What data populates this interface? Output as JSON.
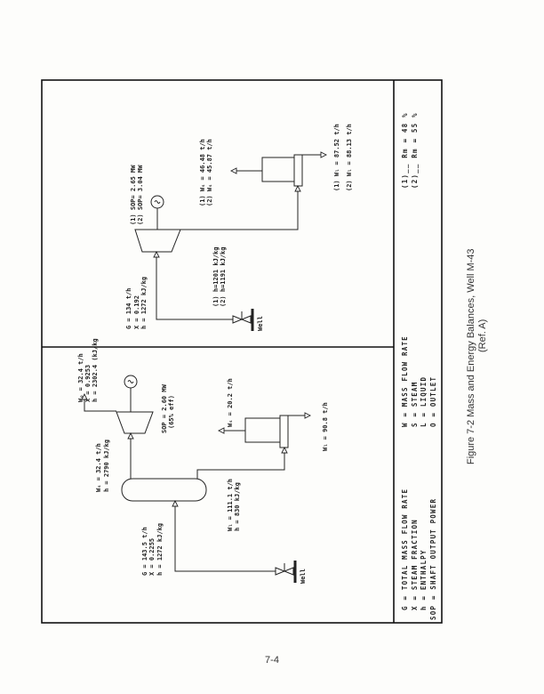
{
  "left_diagram": {
    "exhaust": [
      "Wₒ = 32.4 t/h",
      "X = 0.9253",
      "h = 2302.4 (kJ/kg"
    ],
    "turbine_inlet": [
      "Wₛ = 32.4 t/h",
      "h = 2790 kJ/kg"
    ],
    "sop": [
      "SOP = 2.60 MW",
      "(65% eff)"
    ],
    "well_flow": [
      "G = 143.5 t/h",
      "X = 0.2255",
      "h = 1272 kJ/kg"
    ],
    "separator_liquid": [
      "Wₗ = 111.1 t/h",
      "h = 830 kJ/kg"
    ],
    "flash_steam": "Wₛ = 20.2 t/h",
    "liquid_out": "Wₗ = 90.8 t/h",
    "well_label": "Well"
  },
  "right_diagram": {
    "sop": [
      "(1) SOP= 2.65 MW",
      "(2) SOP= 3.04 MW"
    ],
    "well_flow": [
      "G = 134 t/h",
      "X = 0.192",
      "h = 1272 kJ/kg"
    ],
    "exhaust_enthalpy": [
      "(1) h=1201 kJ/kg",
      "(2) h=1191 kJ/kg"
    ],
    "flash_steam": [
      "(1) Wₛ = 46.48 t/h",
      "(2) Wₛ = 45.87 t/h"
    ],
    "liquid_out": [
      "(1) Wₗ = 87.52 t/h",
      "(2) Wₗ = 88.13 t/h"
    ],
    "well_label": "Well"
  },
  "legend": {
    "col1": [
      "G = TOTAL MASS FLOW RATE",
      "X = STEAM FRACTION",
      "h = ENTHALPY",
      "SOP = SHAFT OUTPUT POWER"
    ],
    "col2": [
      "W = MASS FLOW RATE",
      "S = STEAM",
      "L = LIQUID",
      "O = OUTLET"
    ],
    "col3": [
      "(1)__ Rm = 48 %",
      "(2)__ Rm = 55 %"
    ]
  },
  "caption": {
    "line1": "Figure 7-2  Mass and Energy Balances, Well M-43",
    "line2": "(Ref. A)"
  },
  "page_number": "7-4"
}
